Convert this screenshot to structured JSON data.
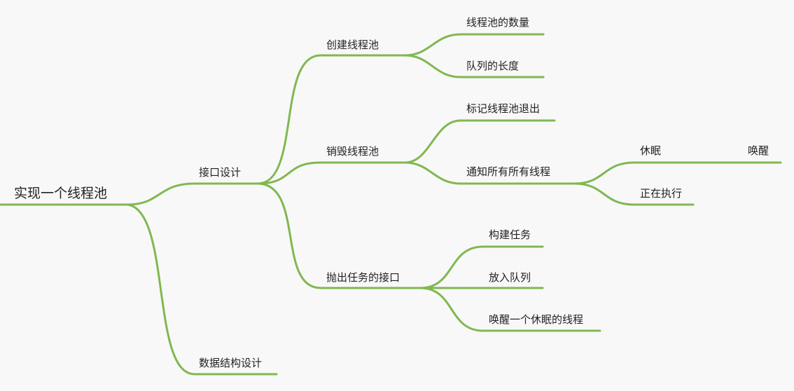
{
  "mindmap": {
    "line_color": "#80b850",
    "root": "实现一个线程池",
    "branches": {
      "interface": {
        "label": "接口设计",
        "create": {
          "label": "创建线程池",
          "count": "线程池的数量",
          "queue_len": "队列的长度"
        },
        "destroy": {
          "label": "销毁线程池",
          "mark_exit": "标记线程池退出",
          "notify": {
            "label": "通知所有所有线程",
            "sleep": "休眠",
            "wake": "唤醒",
            "running": "正在执行"
          }
        },
        "submit": {
          "label": "抛出任务的接口",
          "build": "构建任务",
          "enqueue": "放入队列",
          "wake_one": "唤醒一个休眠的线程"
        }
      },
      "data_structure": {
        "label": "数据结构设计"
      }
    }
  }
}
